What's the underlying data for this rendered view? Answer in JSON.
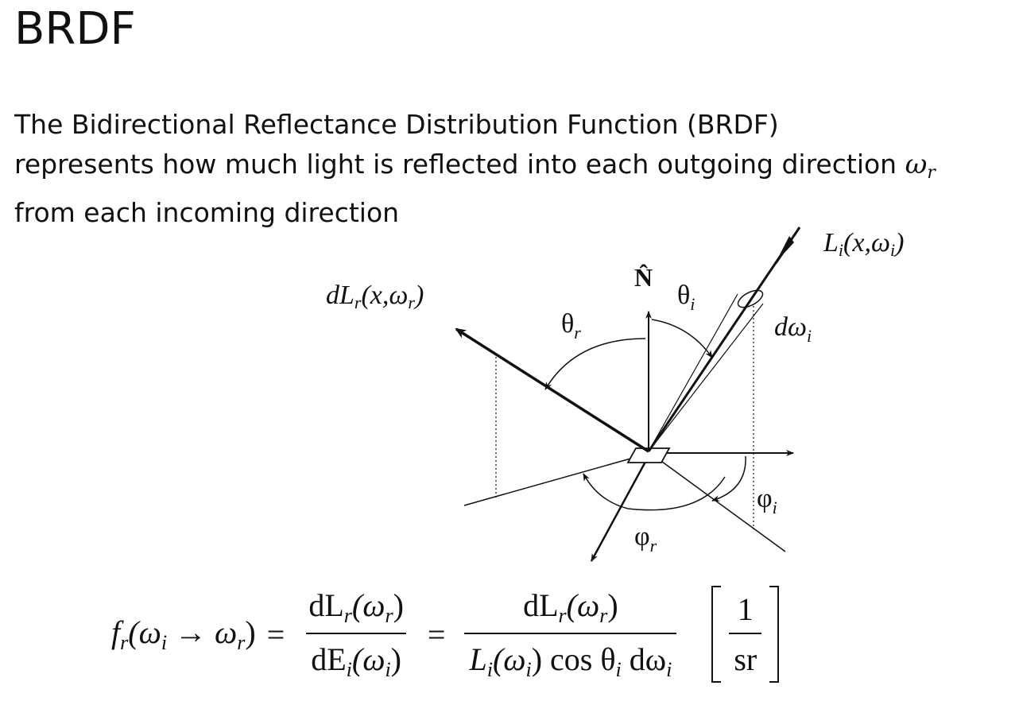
{
  "title": "BRDF",
  "description": {
    "line1": "The Bidirectional Reflectance Distribution Function (BRDF)",
    "line2": "represents how much light is reflected into each outgoing direction",
    "line2_symbol": "ω",
    "line2_symbol_sub": "r",
    "line3": "from each incoming direction"
  },
  "diagram": {
    "normal_label": "N̂",
    "incident_label": "L",
    "incident_sub": "i",
    "incident_args": "(x,ω",
    "incident_args_sub": "i",
    "incident_close": ")",
    "reflected_label": "dL",
    "reflected_sub": "r",
    "reflected_args": "(x,ω",
    "reflected_args_sub": "r",
    "reflected_close": ")",
    "theta_i": "θ",
    "theta_i_sub": "i",
    "theta_r": "θ",
    "theta_r_sub": "r",
    "solid_angle": "dω",
    "solid_angle_sub": "i",
    "phi_i": "φ",
    "phi_i_sub": "i",
    "phi_r": "φ",
    "phi_r_sub": "r"
  },
  "formula": {
    "lhs_f": "f",
    "lhs_f_sub": "r",
    "lhs_args": "(ω",
    "lhs_args_sub_i": "i",
    "lhs_arrow": " → ω",
    "lhs_args_sub_r": "r",
    "lhs_close": ")",
    "equals": "=",
    "frac1_num": "dL",
    "frac1_num_sub": "r",
    "frac1_num_args": "(ω",
    "frac1_num_args_sub": "r",
    "frac1_num_close": ")",
    "frac1_den": "dE",
    "frac1_den_sub": "i",
    "frac1_den_args": "(ω",
    "frac1_den_args_sub": "i",
    "frac1_den_close": ")",
    "frac2_num": "dL",
    "frac2_num_sub": "r",
    "frac2_num_args": "(ω",
    "frac2_num_args_sub": "r",
    "frac2_num_close": ")",
    "frac2_den_L": "L",
    "frac2_den_L_sub": "i",
    "frac2_den_args": "(ω",
    "frac2_den_args_sub": "i",
    "frac2_den_close": ") cos θ",
    "frac2_den_theta_sub": "i",
    "frac2_den_dw": " dω",
    "frac2_den_dw_sub": "i",
    "unit_num": "1",
    "unit_den": "sr"
  }
}
